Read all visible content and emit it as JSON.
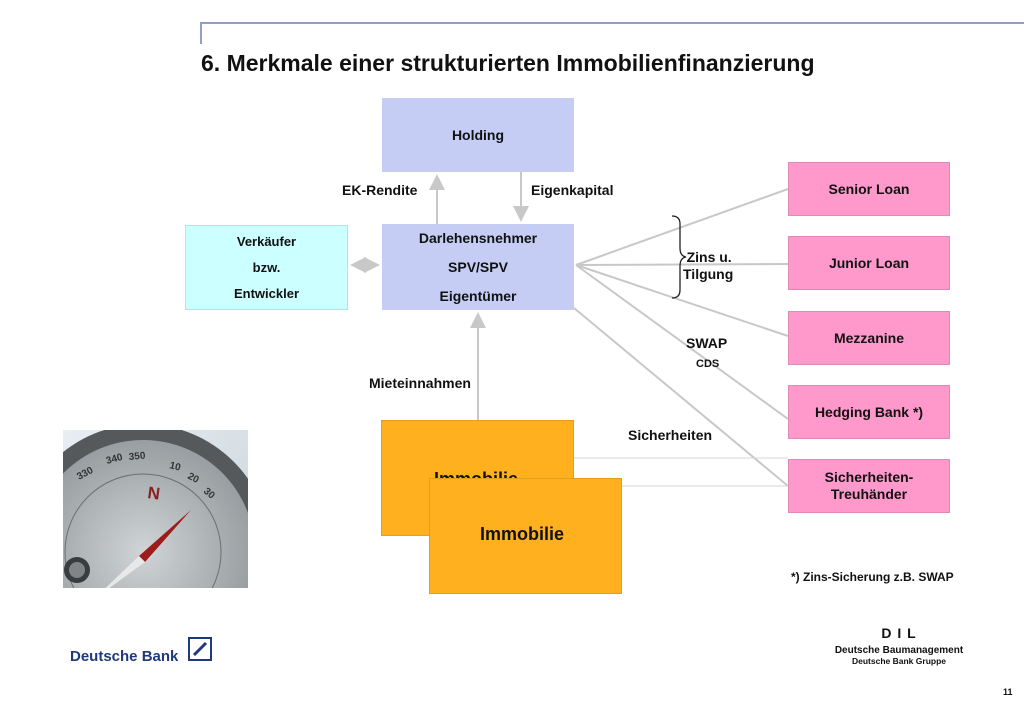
{
  "title": "6. Merkmale einer strukturierten Immobilienfinanzierung",
  "boxes": {
    "holding": "Holding",
    "darlehensnehmer": [
      "Darlehensnehmer",
      "SPV/SPV",
      "Eigentümer"
    ],
    "verkaeufer": [
      "Verkäufer",
      "bzw.",
      "Entwickler"
    ],
    "immobilie_back": "Immobilie",
    "immobilie_front": "Immobilie"
  },
  "lenders": {
    "senior": "Senior Loan",
    "junior": "Junior Loan",
    "mezzanine": "Mezzanine",
    "hedging": "Hedging Bank *)",
    "sicherheiten": [
      "Sicherheiten-",
      "Treuhänder"
    ]
  },
  "labels": {
    "ek_rendite": "EK-Rendite",
    "eigenkapital": "Eigenkapital",
    "zins": [
      "Zins u.",
      "Tilgung"
    ],
    "swap": "SWAP",
    "cds": "CDS",
    "mieteinnahmen": "Mieteinnahmen",
    "sicherheiten": "Sicherheiten",
    "footnote": "*) Zins-Sicherung z.B. SWAP"
  },
  "compass": {
    "n": "N",
    "ticks": [
      "330",
      "340",
      "350",
      "10",
      "20",
      "30"
    ]
  },
  "footer": {
    "bank": "Deutsche Bank",
    "dil_mark": "D I L",
    "dil_line1": "Deutsche Baumanagement",
    "dil_line2": "Deutsche Bank Gruppe",
    "page": "11"
  },
  "colors": {
    "holding_fill": "#c5cdf5",
    "verkaeufer_fill": "#ccffff",
    "lender_fill": "#ff99cc",
    "immobilie_fill": "#ffb01e",
    "line": "#c8c8c8"
  }
}
